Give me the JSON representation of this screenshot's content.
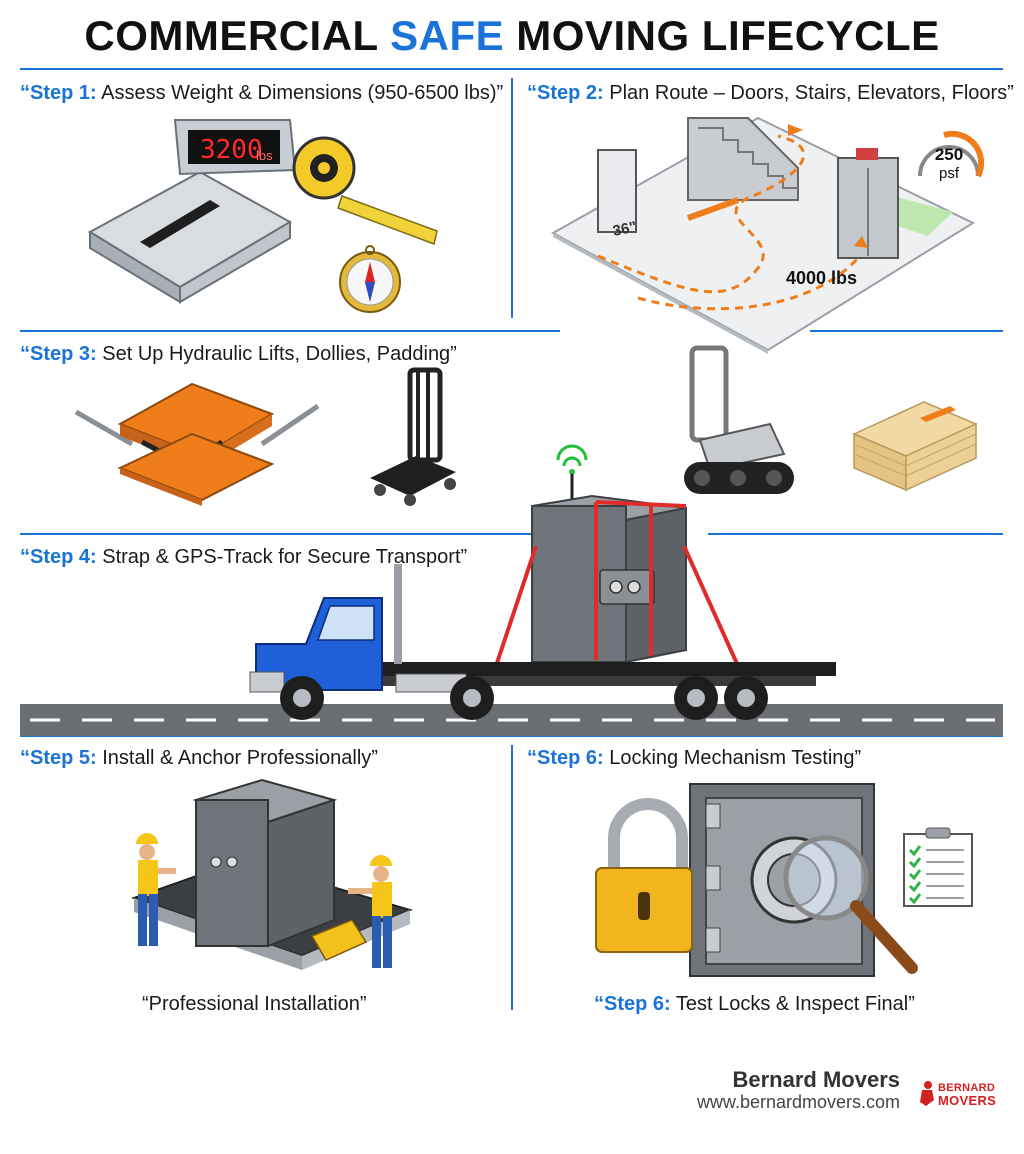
{
  "title": {
    "pre": "COMMERCIAL ",
    "accent": "SAFE",
    "post": " MOVING LIFECYCLE"
  },
  "steps": [
    {
      "num": "“Step 1:",
      "text": " Assess Weight & Dimensions (950-6500 lbs)”"
    },
    {
      "num": "“Step 2:",
      "text": " Plan Route – Doors, Stairs, Elevators, Floors”"
    },
    {
      "num": "“Step 3:",
      "text": " Set Up Hydraulic Lifts, Dollies, Padding”"
    },
    {
      "num": "“Step 4:",
      "text": " Strap & GPS-Track for Secure Transport”"
    },
    {
      "num": "“Step 5:",
      "text": " Install & Anchor Professionally”"
    },
    {
      "num": "“Step 6:",
      "text": " Locking Mechanism Testing”"
    }
  ],
  "labels": {
    "scale_reading": "3200",
    "scale_unit": "lbs",
    "door_width": "36\"",
    "floor_load_value": "250",
    "floor_load_unit": "psf",
    "elevator_capacity": "4000 lbs"
  },
  "captions": {
    "installation": "“Professional Installation”",
    "final_num": "“Step 6:",
    "final_text": " Test Locks & Inspect Final”"
  },
  "brand": {
    "name": "Bernard Movers",
    "url": "www.bernardmovers.com",
    "logo_line1": "BERNARD",
    "logo_line2": "MOVERS"
  },
  "colors": {
    "accent": "#1a73d8",
    "strap": "#e02b2b",
    "orange": "#ef7d1a",
    "truck_blue": "#1f5fd8",
    "safe_gray": "#5f6368"
  },
  "icons": [
    "scale-icon",
    "tape-measure-icon",
    "compass-icon",
    "floor-plan-icon",
    "gauge-icon",
    "scissor-lift-icon",
    "dolly-icon",
    "stair-climber-icon",
    "padding-icon",
    "gps-signal-icon",
    "flatbed-truck-icon",
    "safe-icon",
    "worker-icon",
    "padlock-icon",
    "magnifier-icon",
    "checklist-icon"
  ]
}
